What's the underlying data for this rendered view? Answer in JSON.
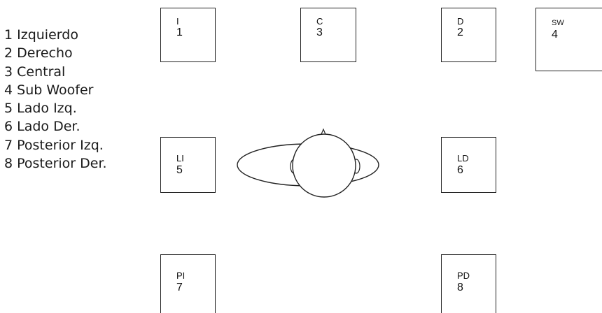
{
  "legend": [
    "1 Izquierdo",
    "2 Derecho",
    "3 Central",
    "4 Sub Woofer",
    "5 Lado Izq.",
    "6 Lado Der.",
    "7 Posterior Izq.",
    "8 Posterior Der."
  ],
  "speakers": {
    "izquierdo": {
      "abbr": "I",
      "number": "1"
    },
    "central": {
      "abbr": "C",
      "number": "3"
    },
    "derecho": {
      "abbr": "D",
      "number": "2"
    },
    "subwoofer": {
      "abbr": "SW",
      "number": "4"
    },
    "lado_izq": {
      "abbr": "LI",
      "number": "5"
    },
    "lado_der": {
      "abbr": "LD",
      "number": "6"
    },
    "posterior_izq": {
      "abbr": "PI",
      "number": "7"
    },
    "posterior_der": {
      "abbr": "PD",
      "number": "8"
    }
  }
}
